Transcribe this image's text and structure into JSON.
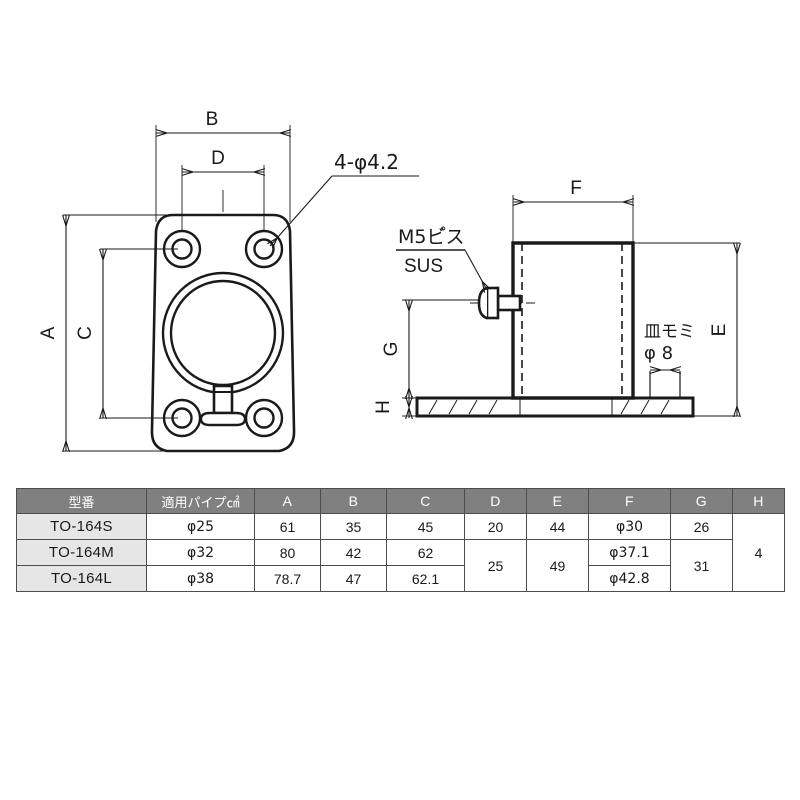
{
  "drawing": {
    "top_view": {
      "dim_b_label": "B",
      "dim_d_label": "D",
      "dim_a_label": "A",
      "dim_c_label": "C",
      "hole_callout": "4-φ4.2"
    },
    "side_view": {
      "dim_f_label": "F",
      "dim_e_label": "E",
      "dim_g_label": "G",
      "dim_h_label": "H",
      "screw_callout_line1": "M5ビ゚ス",
      "screw_callout_line2": "SUS",
      "countersink_line1": "皿モミ",
      "countersink_line2": "φ 8"
    }
  },
  "table": {
    "headers": [
      "型番",
      "適用パイプ㎠",
      "A",
      "B",
      "C",
      "D",
      "E",
      "F",
      "G",
      "H"
    ],
    "rows": [
      {
        "model": "TO-164S",
        "pipe": "φ25",
        "a": "61",
        "b": "35",
        "c": "45",
        "d": "20",
        "e": "44",
        "f": "φ30",
        "g": "26",
        "h": "4"
      },
      {
        "model": "TO-164M",
        "pipe": "φ32",
        "a": "80",
        "b": "42",
        "c": "62",
        "d": "25",
        "e": "49",
        "f": "φ37.1",
        "g": "31",
        "h": ""
      },
      {
        "model": "TO-164L",
        "pipe": "φ38",
        "a": "78.7",
        "b": "47",
        "c": "62.1",
        "d": "",
        "e": "",
        "f": "φ42.8",
        "g": "",
        "h": ""
      }
    ]
  },
  "colors": {
    "line": "#1a1a1a",
    "header_bg": "#808080",
    "header_text": "#ffffff",
    "model_bg": "#e6e6e6",
    "cell_bg": "#ffffff",
    "border": "#4d4d4d"
  }
}
